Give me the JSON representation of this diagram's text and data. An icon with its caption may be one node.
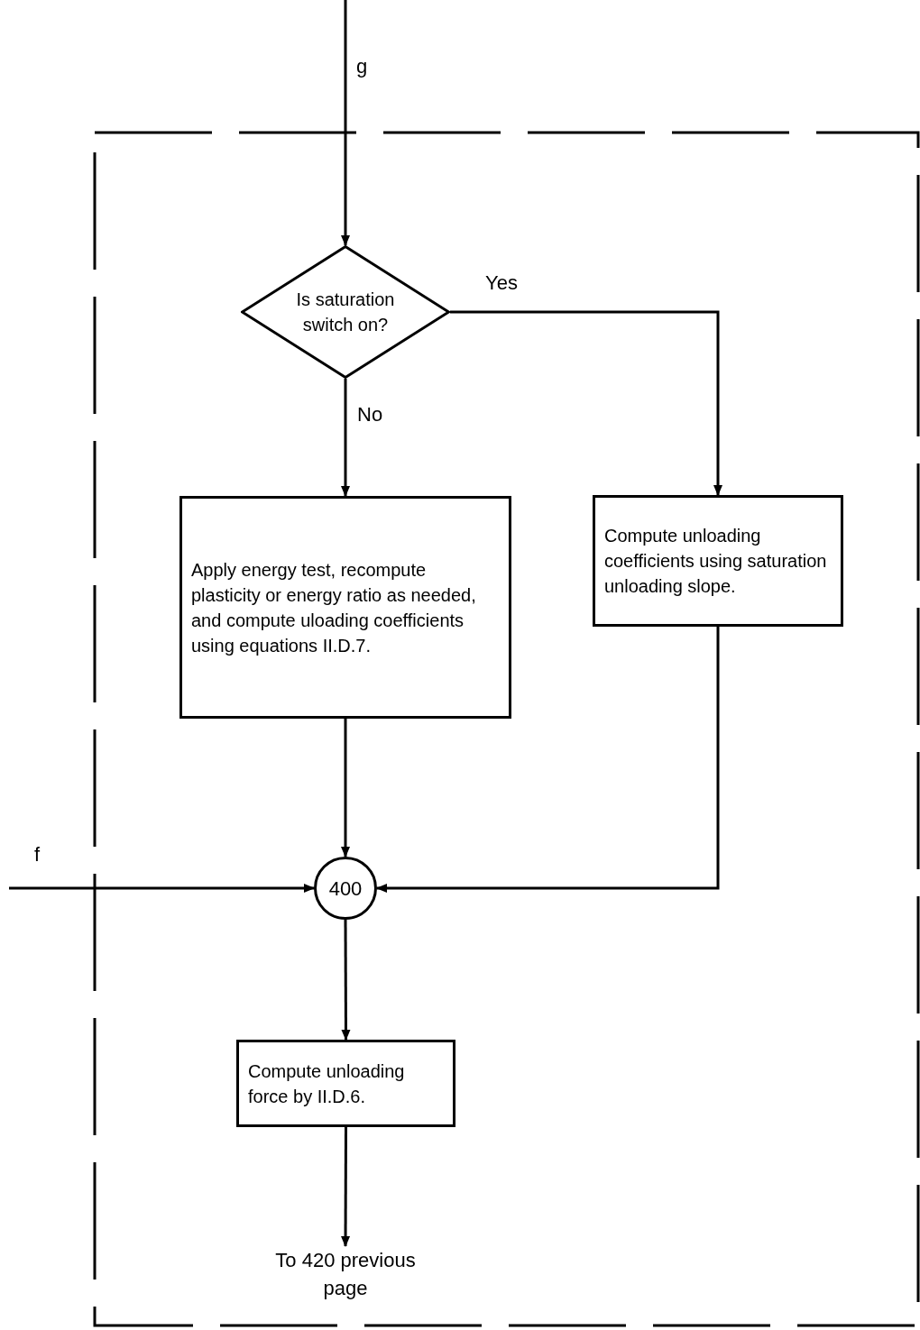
{
  "diagram": {
    "nodes": [
      {
        "text": [],
        "shape": "box"
      },
      {
        "text": [
          "Is saturation switch on?"
        ],
        "in": 0
      },
      {
        "text": [
          "Apply energy test, recompute plasticity or energy ratio as needed, and compute uloading coefficients using equations II.D.7."
        ],
        "in": 0
      },
      {
        "text": [
          "Compute unloading coefficients using saturation unloading slope."
        ],
        "in": 0
      },
      {
        "text": [
          "400"
        ],
        "in": 0
      },
      {
        "text": [
          "Compute unloading force by II.D.6."
        ],
        "in": 0
      },
      {
        "text": [
          "To 420 previous page"
        ],
        "in": 0
      }
    ],
    "edges": [
      {
        "from": null,
        "to": 1,
        "arrow": "to",
        "label": "g"
      },
      {
        "from": 1,
        "to": 3,
        "arrow": "to",
        "label": "Yes"
      },
      {
        "from": 1,
        "to": 2,
        "arrow": "to",
        "label": "No"
      },
      {
        "from": 2,
        "to": 4,
        "arrow": "to"
      },
      {
        "from": 3,
        "to": 4,
        "arrow": "to"
      },
      {
        "from": null,
        "to": 4,
        "arrow": "to",
        "label": "f"
      },
      {
        "from": 4,
        "to": 5,
        "arrow": "to"
      },
      {
        "from": 5,
        "to": 6,
        "arrow": "to"
      }
    ]
  }
}
